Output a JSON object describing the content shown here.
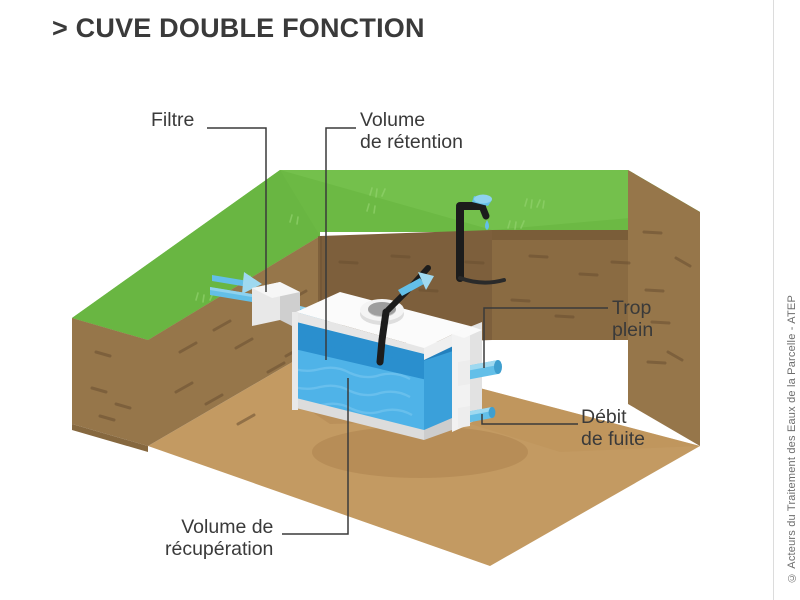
{
  "document": {
    "title_bullet": ">",
    "title": "> CUVE DOUBLE FONCTION",
    "copyright": "© Acteurs du Traitement des Eaux de la Parcelle - ATEP",
    "background_color": "#ffffff",
    "text_color": "#3a3a3a"
  },
  "callouts": [
    {
      "id": "filtre",
      "line1": "Filtre",
      "line2": "",
      "text": "Filtre"
    },
    {
      "id": "retention",
      "line1": "Volume",
      "line2": "de rétention",
      "text": "Volume de rétention"
    },
    {
      "id": "trop_plein",
      "line1": "Trop",
      "line2": "plein",
      "text": "Trop plein"
    },
    {
      "id": "debit_fuite",
      "line1": "Débit",
      "line2": "de fuite",
      "text": "Débit de fuite"
    },
    {
      "id": "recuperation",
      "line1": "Volume de",
      "line2": "récupération",
      "text": "Volume de récupération"
    }
  ],
  "scene": {
    "description": "Cutaway isometric view of a buried dual-function rainwater tank in an excavated pit",
    "elements": [
      "grass-surface",
      "soil-walls",
      "pit-floor",
      "filter-box",
      "inlet-pipe",
      "cistern-tank",
      "retention-water",
      "recovery-water",
      "overflow-outlet",
      "leakage-outlet",
      "garden-tap",
      "inflow-arrows"
    ]
  },
  "colors": {
    "grass_top": "#6cb944",
    "grass_light": "#7cc653",
    "grass_edge": "#5aa636",
    "soil_left": "#96764a",
    "soil_back": "#7d5f3c",
    "soil_back_dark": "#6f5334",
    "soil_right": "#8a6b42",
    "pit_floor": "#c39a62",
    "pit_floor_shade": "#b98f59",
    "soil_dash": "#6a4f31",
    "tank_white": "#f4f4f4",
    "tank_shade": "#d8d8d8",
    "tank_dark": "#bfbfbf",
    "water_retention": "#2a8fce",
    "water_recovery": "#4fb3e8",
    "water_light": "#6ec2ee",
    "pipe_blue": "#63bfe8",
    "pipe_blue_dark": "#3f9fcf",
    "tap_black": "#1c1c1c",
    "leader_line": "#3a3a3a"
  }
}
